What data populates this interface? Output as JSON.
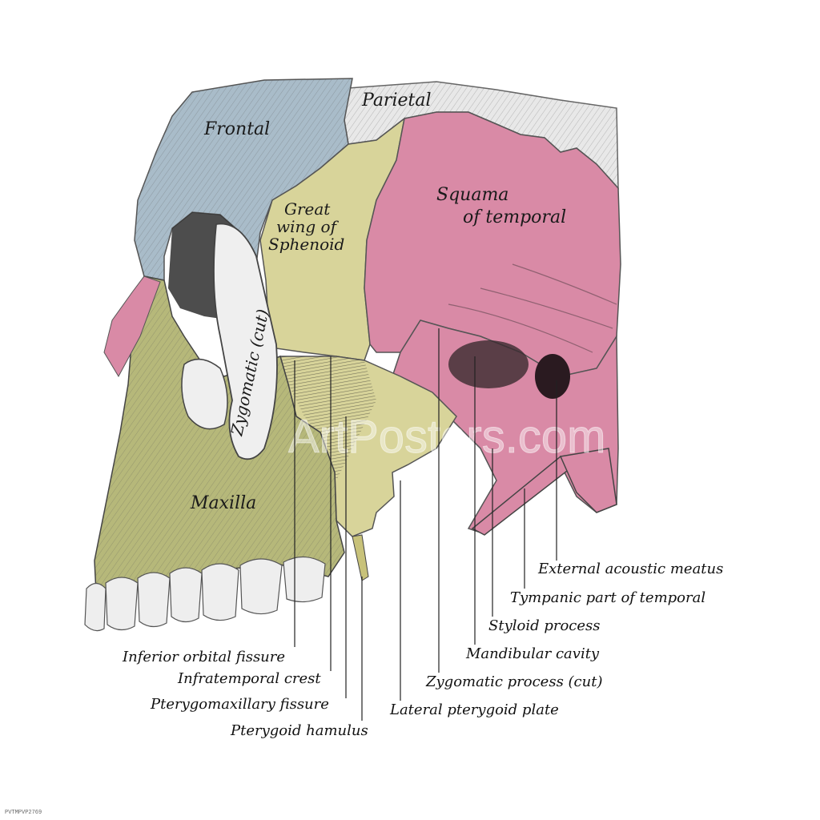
{
  "colors": {
    "frontal": "#a9bcc9",
    "parietal": "#e8e8e8",
    "sphenoid": "#d8d49a",
    "temporal": "#d98aa6",
    "maxilla": "#b6b87a",
    "teeth": "#eeeeee",
    "zygomatic": "#efefef"
  },
  "bones": {
    "frontal": "Frontal",
    "parietal": "Parietal",
    "great_wing_1": "Great",
    "great_wing_2": "wing of",
    "great_wing_3": "Sphenoid",
    "squama_1": "Squama",
    "squama_2": "of temporal",
    "zygomatic": "Zygomatic (cut)",
    "maxilla": "Maxilla"
  },
  "callouts": {
    "external_acoustic_meatus": "External acoustic meatus",
    "tympanic_part": "Tympanic part of temporal",
    "styloid_process": "Styloid process",
    "mandibular_cavity": "Mandibular cavity",
    "zygomatic_process": "Zygomatic process (cut)",
    "lateral_pterygoid_plate": "Lateral pterygoid plate",
    "inferior_orbital_fissure": "Inferior orbital fissure",
    "infratemporal_crest": "Infratemporal crest",
    "pterygomaxillary_fissure": "Pterygomaxillary fissure",
    "pterygoid_hamulus": "Pterygoid hamulus"
  },
  "watermark": "ArtPosters.com",
  "image_code": "PVTMPVP2769"
}
